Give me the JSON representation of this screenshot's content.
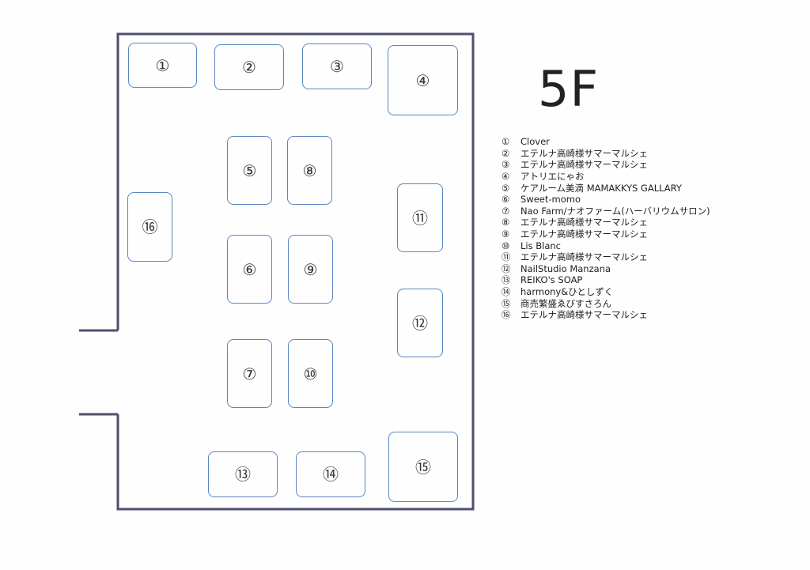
{
  "floor": {
    "label": "5F"
  },
  "booths": [
    {
      "num": "①",
      "name": "Clover"
    },
    {
      "num": "②",
      "name": "エテルナ高崎様サマーマルシェ"
    },
    {
      "num": "③",
      "name": "エテルナ高崎様サマーマルシェ"
    },
    {
      "num": "④",
      "name": "アトリエにゃお"
    },
    {
      "num": "⑤",
      "name": "ケアルーム美滴 MAMAKKYS GALLARY"
    },
    {
      "num": "⑥",
      "name": "Sweet-momo"
    },
    {
      "num": "⑦",
      "name": "Nao Farm/ナオファーム(ハーバリウムサロン)"
    },
    {
      "num": "⑧",
      "name": "エテルナ高崎様サマーマルシェ"
    },
    {
      "num": "⑨",
      "name": "エテルナ高崎様サマーマルシェ"
    },
    {
      "num": "⑩",
      "name": "Lis Blanc"
    },
    {
      "num": "⑪",
      "name": "エテルナ高崎様サマーマルシェ"
    },
    {
      "num": "⑫",
      "name": "NailStudio Manzana"
    },
    {
      "num": "⑬",
      "name": "REIKO's SOAP"
    },
    {
      "num": "⑭",
      "name": "harmony&ひとしずく"
    },
    {
      "num": "⑮",
      "name": "商売繁盛ゑびすさろん"
    },
    {
      "num": "⑯",
      "name": "エテルナ高崎様サマーマルシェ"
    }
  ],
  "colors": {
    "wall": "#4f4f6e",
    "booth_border": "#5b86c0"
  }
}
